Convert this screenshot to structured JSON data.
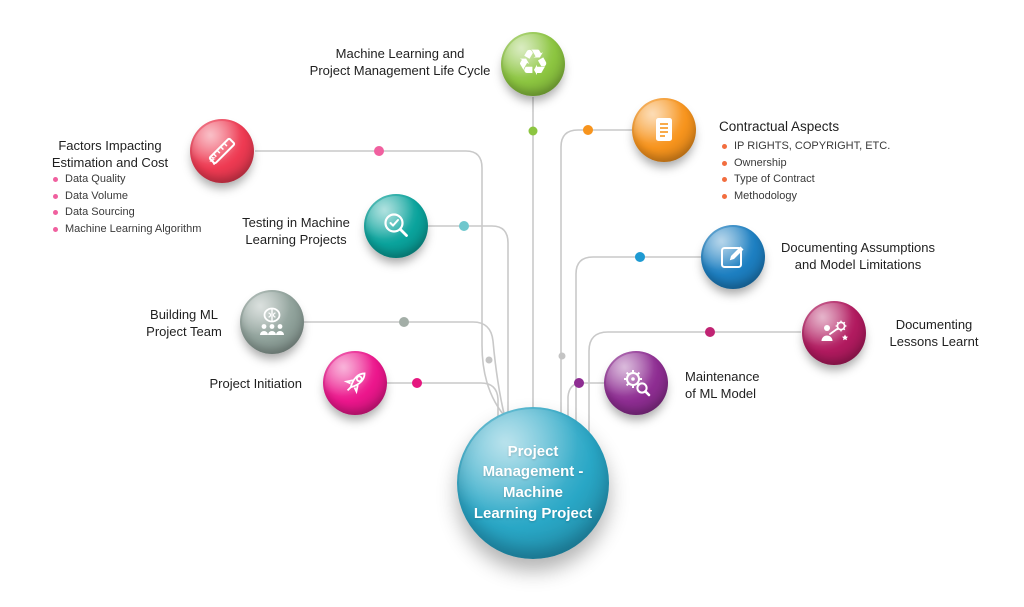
{
  "title": "Machine Learning and Project Management Infographic",
  "center": {
    "label": "Project\nManagement -\nMachine\nLearning Project",
    "color": "#29a7c6"
  },
  "nodes": {
    "lifecycle": {
      "label": "Machine Learning and\nProject Management Life Cycle",
      "color": "#8cc540",
      "icon": "recycle-icon",
      "icon_glyph": "♻"
    },
    "contractual": {
      "label": "Contractual Aspects",
      "color": "#f7941d",
      "icon": "document-icon",
      "bullets": [
        "IP RIGHTS, COPYRIGHT, ETC.",
        "Ownership",
        "Type of Contract",
        "Methodology"
      ]
    },
    "factors": {
      "label": "Factors Impacting\nEstimation and Cost",
      "color": "#ee3a52",
      "icon": "ruler-rupee-icon",
      "bullets": [
        "Data Quality",
        "Data Volume",
        "Data Sourcing",
        "Machine Learning Algorithm"
      ]
    },
    "testing": {
      "label": "Testing in Machine\nLearning Projects",
      "color": "#0aa39c",
      "icon": "magnifier-check-icon"
    },
    "assumptions": {
      "label": "Documenting Assumptions\nand Model Limitations",
      "color": "#1d7fc1",
      "icon": "edit-square-icon"
    },
    "team": {
      "label": "Building ML\nProject Team",
      "color": "#8fa19a",
      "icon": "brain-team-icon"
    },
    "lessons": {
      "label": "Documenting\nLessons Learnt",
      "color": "#b11a5f",
      "icon": "presenter-gear-icon"
    },
    "initiation": {
      "label": "Project Initiation",
      "color": "#ec168c",
      "icon": "rocket-icon"
    },
    "maintenance": {
      "label": "Maintenance\nof ML Model",
      "color": "#8e2d92",
      "icon": "gear-magnifier-icon"
    }
  },
  "palette": {
    "line": "#c9c9c9",
    "dot-green": "#8cc540",
    "dot-orange": "#f7941d",
    "dot-pink": "#f0609f",
    "dot-teal": "#6fc7cd",
    "dot-blue": "#1e9ad2",
    "dot-gray": "#a3aea7",
    "dot-magenta": "#c02373",
    "dot-bright-pink": "#e5177f",
    "dot-purple": "#8e2d92",
    "dot-small": "#c4c4c4",
    "bullet-factors": "#f0609f",
    "bullet-contractual": "#f26d3f"
  }
}
